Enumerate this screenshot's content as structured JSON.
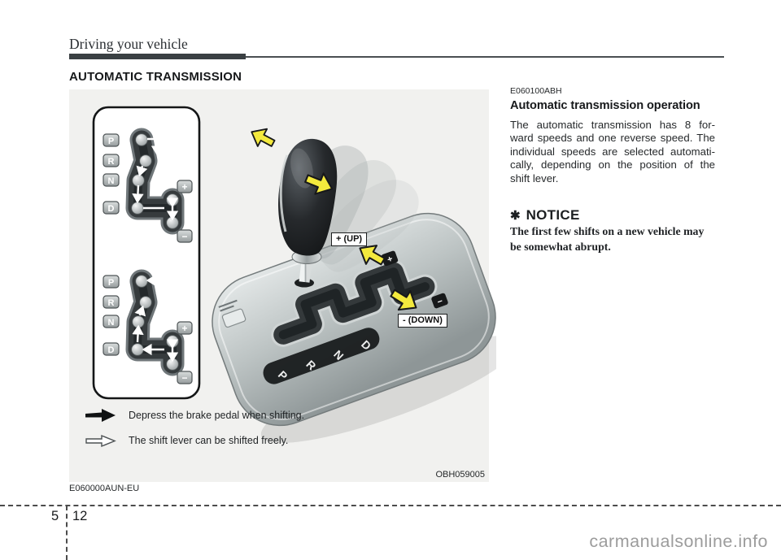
{
  "header": {
    "breadcrumb": "Driving your vehicle",
    "section_title": "AUTOMATIC TRANSMISSION"
  },
  "figure": {
    "image_code": "OBH059005",
    "figure_code": "E060000AUN-EU",
    "labels": {
      "up": "+ (UP)",
      "down": "- (DOWN)"
    },
    "gears": [
      "P",
      "R",
      "N",
      "D"
    ],
    "signs": {
      "plus": "+",
      "minus": "−"
    },
    "legend": [
      {
        "icon": "solid-arrow",
        "text": "Depress the brake pedal when shifting."
      },
      {
        "icon": "outline-arrow",
        "text": "The shift lever can be shifted freely."
      }
    ]
  },
  "article": {
    "code": "E060100ABH",
    "heading": "Automatic transmission operation",
    "body_lines": [
      "The automatic transmission has 8 for-",
      "ward speeds and one reverse speed. The",
      "individual speeds are selected automati-",
      "cally, depending on the position of the",
      "shift lever."
    ],
    "notice": {
      "symbol": "✱",
      "title": "NOTICE",
      "lines": [
        "The first few shifts on a new vehicle may",
        "be somewhat abrupt."
      ]
    }
  },
  "footer": {
    "section": "5",
    "page": "12",
    "watermark": "carmanualsonline.info"
  }
}
